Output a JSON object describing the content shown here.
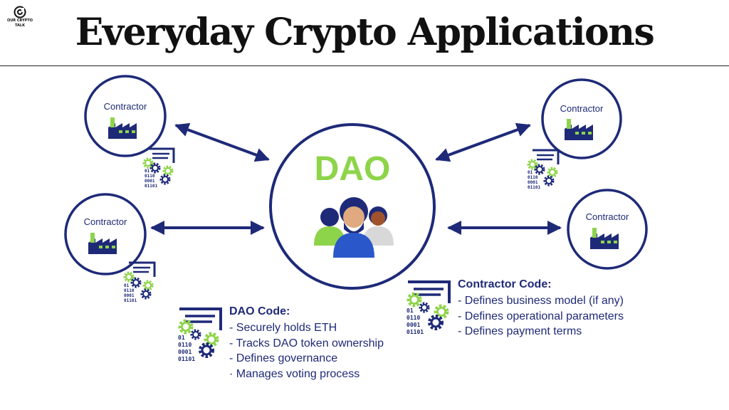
{
  "brand": {
    "logo_text_line1": "OUR CRYPTO",
    "logo_text_line2": "TALK"
  },
  "header": {
    "title": "Everyday Crypto Applications"
  },
  "diagram": {
    "center": {
      "label": "DAO"
    },
    "contractors": [
      {
        "label": "Contractor",
        "code": [
          "01",
          "0110",
          "0001",
          "01101"
        ]
      },
      {
        "label": "Contractor",
        "code": [
          "01",
          "0110",
          "0001",
          "01101"
        ]
      },
      {
        "label": "Contractor",
        "code": [
          "01",
          "0110",
          "0001",
          "01101"
        ]
      },
      {
        "label": "Contractor"
      }
    ],
    "dao_code": {
      "heading": "DAO Code:",
      "items": [
        "- Securely holds ETH",
        "- Tracks DAO token ownership",
        "- Defines governance",
        "· Manages voting process"
      ],
      "code": [
        "01",
        "0110",
        "0001",
        "01101"
      ]
    },
    "contractor_code": {
      "heading": "Contractor Code:",
      "items": [
        "- Defines business model (if any)",
        "- Defines operational parameters",
        "- Defines payment terms"
      ],
      "code": [
        "01",
        "0110",
        "0001",
        "01101"
      ]
    }
  },
  "colors": {
    "navy": "#1e2a78",
    "green": "#8ed44a"
  }
}
